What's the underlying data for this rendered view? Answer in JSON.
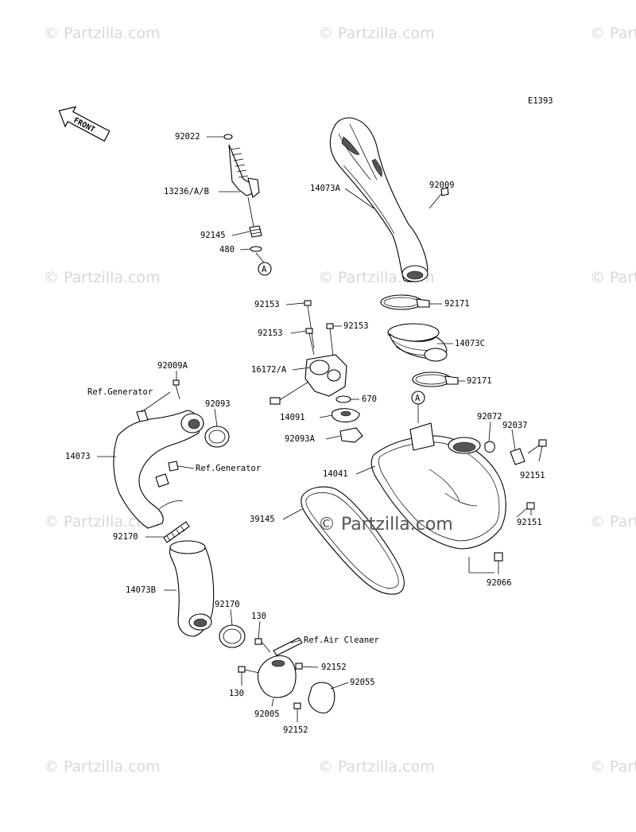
{
  "diagram_code": "E1393",
  "front_label": "FRONT",
  "watermark": "© Partzilla.com",
  "center_watermark": "© Partzilla.com",
  "callout_a": "A",
  "labels": {
    "p92022": "92022",
    "p13236": "13236/A/B",
    "p92145": "92145",
    "p480": "480",
    "p92009": "92009",
    "p14073A": "14073A",
    "p92153a": "92153",
    "p92153b": "92153",
    "p92153c": "92153",
    "p92171a": "92171",
    "p14073C": "14073C",
    "p16172": "16172/A",
    "p92171b": "92171",
    "p92009A": "92009A",
    "refgen1": "Ref.Generator",
    "p92093": "92093",
    "p670": "670",
    "p14091": "14091",
    "p92072": "92072",
    "p92037": "92037",
    "p92093A": "92093A",
    "p14073": "14073",
    "refgen2": "Ref.Generator",
    "p14041": "14041",
    "p92151a": "92151",
    "p39145": "39145",
    "p92151b": "92151",
    "p92170a": "92170",
    "p92066": "92066",
    "p14073B": "14073B",
    "p92170b": "92170",
    "p130a": "130",
    "refair": "Ref.Air Cleaner",
    "p92152a": "92152",
    "p92055": "92055",
    "p130b": "130",
    "p92005": "92005",
    "p92152b": "92152"
  }
}
